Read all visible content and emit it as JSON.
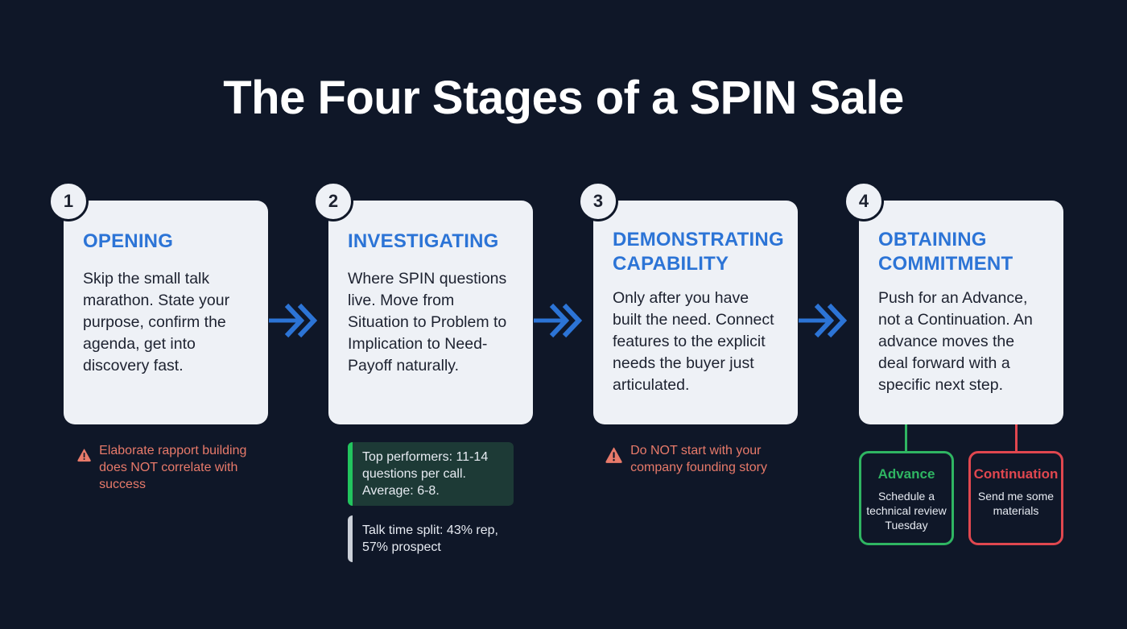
{
  "title": "The Four Stages of a SPIN Sale",
  "stages": [
    {
      "number": "1",
      "heading": "OPENING",
      "body": "Skip the small talk marathon. State your purpose, confirm the agenda, get into discovery fast."
    },
    {
      "number": "2",
      "heading": "INVESTIGATING",
      "body": "Where SPIN questions live. Move from Situation to Problem to Implication to Need-Payoff naturally."
    },
    {
      "number": "3",
      "heading": "DEMONSTRATING CAPABILITY",
      "body": "Only after you have built the need. Connect features to the explicit needs the buyer just articulated."
    },
    {
      "number": "4",
      "heading": "OBTAINING COMMITMENT",
      "body": "Push for an Advance, not a Continuation. An advance moves the deal forward with a specific next step."
    }
  ],
  "warnings": {
    "opening": "Elaborate rapport building does NOT correlate with success",
    "demonstrating": "Do NOT start with your company founding story"
  },
  "stats": {
    "questions": "Top performers: 11-14 questions per call. Average: 6-8.",
    "talk_time": "Talk time split: 43% rep, 57% prospect"
  },
  "outcomes": {
    "advance": {
      "label": "Advance",
      "example": "Schedule a technical review Tuesday",
      "color": "#2fb562"
    },
    "continuation": {
      "label": "Continuation",
      "example": "Send me some materials",
      "color": "#e0474f"
    }
  },
  "colors": {
    "background": "#0f1728",
    "accent": "#2c74d6",
    "warning": "#e87a6a"
  }
}
